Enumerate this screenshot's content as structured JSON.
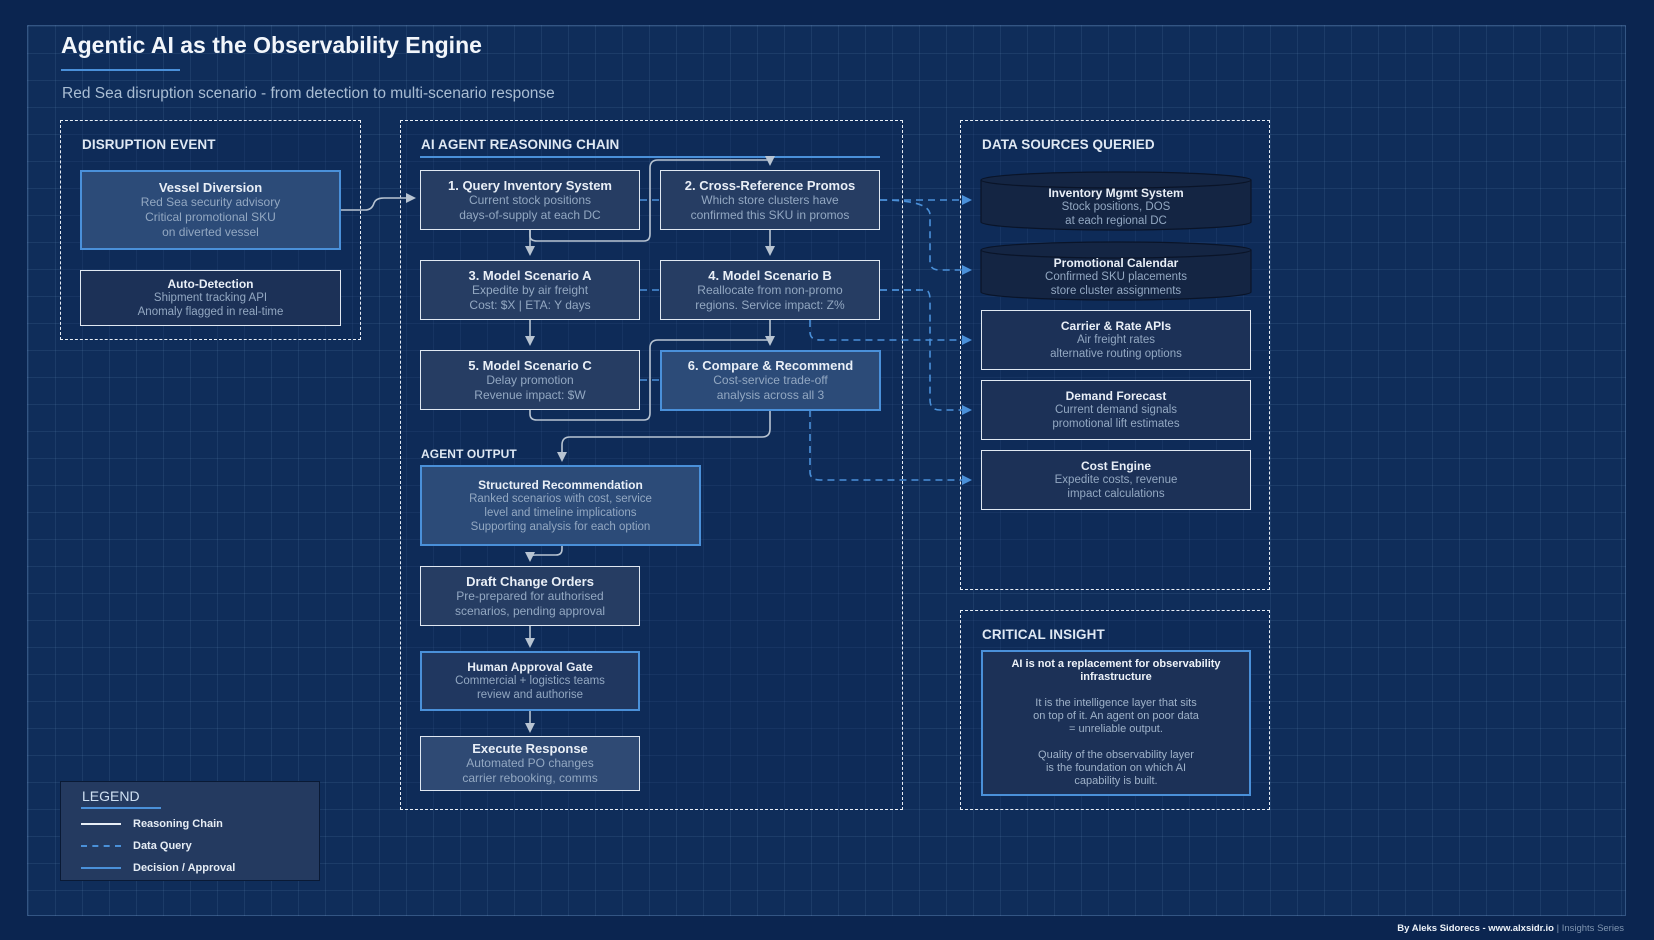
{
  "header": {
    "title": "Agentic AI as the Observability Engine",
    "subtitle": "Red Sea disruption scenario - from detection to multi-scenario response"
  },
  "disruption": {
    "heading": "DISRUPTION EVENT",
    "vessel": {
      "title": "Vessel Diversion",
      "lines": [
        "Red Sea security advisory",
        "Critical promotional SKU",
        "on diverted vessel"
      ]
    },
    "detection": {
      "title": "Auto-Detection",
      "lines": [
        "Shipment tracking API",
        "Anomaly flagged in real-time"
      ]
    }
  },
  "chain": {
    "heading": "AI AGENT REASONING CHAIN",
    "steps": [
      {
        "title": "1. Query Inventory System",
        "lines": [
          "Current stock positions",
          "days-of-supply at each DC"
        ]
      },
      {
        "title": "2. Cross-Reference Promos",
        "lines": [
          "Which store clusters have",
          "confirmed this SKU in promos"
        ]
      },
      {
        "title": "3. Model Scenario A",
        "lines": [
          "Expedite by air freight",
          "Cost: $X | ETA: Y days"
        ]
      },
      {
        "title": "4. Model Scenario B",
        "lines": [
          "Reallocate from non-promo",
          "regions. Service impact: Z%"
        ]
      },
      {
        "title": "5. Model Scenario C",
        "lines": [
          "Delay promotion",
          "Revenue impact: $W"
        ]
      },
      {
        "title": "6. Compare & Recommend",
        "lines": [
          "Cost-service trade-off",
          "analysis across all 3"
        ]
      }
    ],
    "output_heading": "AGENT OUTPUT",
    "outputs": [
      {
        "title": "Structured Recommendation",
        "lines": [
          "Ranked scenarios with cost, service",
          "level and timeline implications",
          "Supporting analysis for each option"
        ]
      },
      {
        "title": "Draft Change Orders",
        "lines": [
          "Pre-prepared for authorised",
          "scenarios, pending approval"
        ]
      },
      {
        "title": "Human Approval Gate",
        "lines": [
          "Commercial + logistics teams",
          "review and authorise"
        ]
      },
      {
        "title": "Execute Response",
        "lines": [
          "Automated PO changes",
          "carrier rebooking, comms"
        ]
      }
    ]
  },
  "sources": {
    "heading": "DATA SOURCES QUERIED",
    "items": [
      {
        "title": "Inventory Mgmt System",
        "lines": [
          "Stock positions, DOS",
          "at each regional DC"
        ],
        "shape": "database"
      },
      {
        "title": "Promotional Calendar",
        "lines": [
          "Confirmed SKU placements",
          "store cluster assignments"
        ],
        "shape": "database"
      },
      {
        "title": "Carrier & Rate APIs",
        "lines": [
          "Air freight rates",
          "alternative routing options"
        ],
        "shape": "box"
      },
      {
        "title": "Demand Forecast",
        "lines": [
          "Current demand signals",
          "promotional lift estimates"
        ],
        "shape": "box"
      },
      {
        "title": "Cost Engine",
        "lines": [
          "Expedite costs, revenue",
          "impact calculations"
        ],
        "shape": "box"
      }
    ]
  },
  "insight": {
    "heading": "CRITICAL INSIGHT",
    "title": "AI is not a replacement for observability infrastructure",
    "para1": "It is the intelligence layer that sits on top of it. An agent on poor data = unreliable output.",
    "para2": "Quality of the observability layer is the foundation on which AI capability is built."
  },
  "legend": {
    "title": "LEGEND",
    "items": [
      {
        "label": "Reasoning Chain",
        "style": "solid",
        "color": "#e8eef6"
      },
      {
        "label": "Data Query",
        "style": "dashed",
        "color": "#4a90d9"
      },
      {
        "label": "Decision / Approval",
        "style": "solid",
        "color": "#4a90d9"
      }
    ]
  },
  "footer": {
    "credit": "By Aleks Sidorecs - www.alxsidr.io",
    "separator": " | ",
    "series": "Insights Series"
  },
  "colors": {
    "background": "#0f2d5a",
    "accent": "#4a90d9",
    "box": "#263d63",
    "reasoning_line": "#b8c4d2",
    "query_line": "#4a90d9"
  }
}
